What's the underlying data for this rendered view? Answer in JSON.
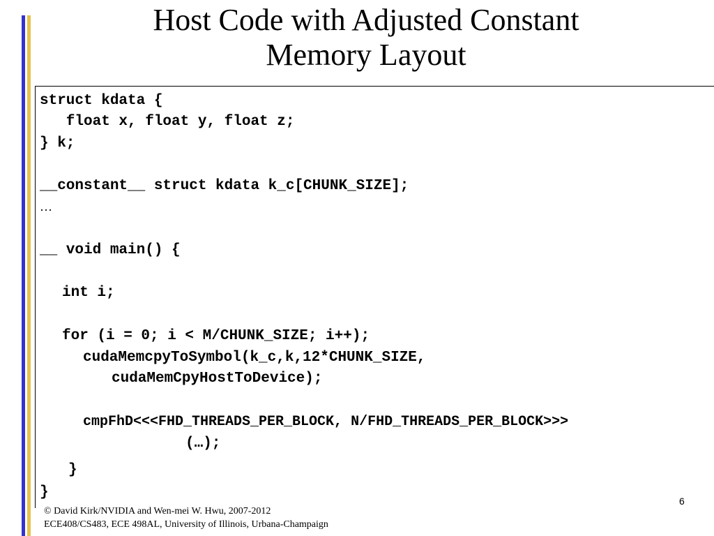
{
  "slide": {
    "title_line1": "Host Code with Adjusted Constant",
    "title_line2": "Memory Layout",
    "code": [
      "struct kdata {",
      "   float x, float y, float z;",
      "} k;",
      "__constant__ struct kdata k_c[CHUNK_SIZE];",
      "…",
      "__ void main() {",
      "int i;",
      "for (i = 0; i < M/CHUNK_SIZE; i++);",
      "cudaMemcpyToSymbol(k_c,k,12*CHUNK_SIZE,",
      "cudaMemCpyHostToDevice);",
      "cmpFhD<<<FHD_THREADS_PER_BLOCK, N/FHD_THREADS_PER_BLOCK>>>",
      "(…);",
      "}",
      "}"
    ],
    "footer_line1": "© David Kirk/NVIDIA and Wen-mei W. Hwu, 2007-2012",
    "footer_line2": "ECE408/CS483, ECE 498AL, University of Illinois, Urbana-Champaign",
    "page_number": "6"
  },
  "colors": {
    "left_bar_blue": "#3333cc",
    "left_bar_gold": "#e6c24a"
  }
}
